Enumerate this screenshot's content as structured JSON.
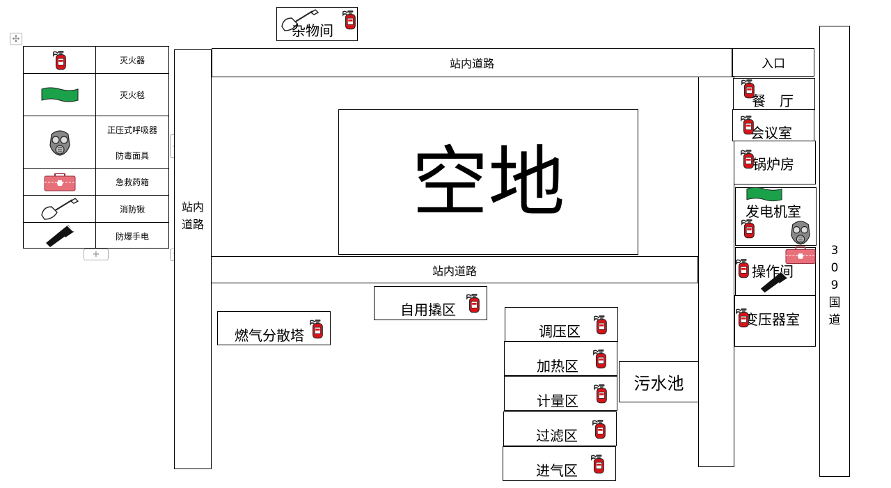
{
  "legend": {
    "items": [
      {
        "icon": "fire-extinguisher-icon",
        "label": "灭火器"
      },
      {
        "icon": "fire-blanket-icon",
        "label": "灭火毯"
      },
      {
        "icon": "gas-mask-icon",
        "label": "正压式呼吸器",
        "label2": "防毒面具"
      },
      {
        "icon": "first-aid-kit-icon",
        "label": "急救药箱"
      },
      {
        "icon": "fire-shovel-icon",
        "label": "消防锹"
      },
      {
        "icon": "flashlight-icon",
        "label": "防爆手电"
      }
    ]
  },
  "areas": {
    "storage": "杂物间",
    "road_top": "站内道路",
    "road_left": "站内\n道路",
    "road_mid": "站内道路",
    "empty_lot": "空地",
    "entrance": "入口",
    "dining": "餐　厅",
    "meeting": "会议室",
    "boiler": "锅炉房",
    "generator": "发电机室",
    "operation": "操作间",
    "transformer": "变压器室",
    "highway": "309国道",
    "skid": "自用撬区",
    "vent": "燃气分散塔",
    "pressure": "调压区",
    "heating": "加热区",
    "metering": "计量区",
    "filter": "过滤区",
    "inlet": "进气区",
    "sewage": "污水池"
  },
  "colors": {
    "extinguisher_red": "#d7141a",
    "blanket_green": "#1aa14a",
    "aid_pink": "#e8707a",
    "line": "#000000"
  }
}
